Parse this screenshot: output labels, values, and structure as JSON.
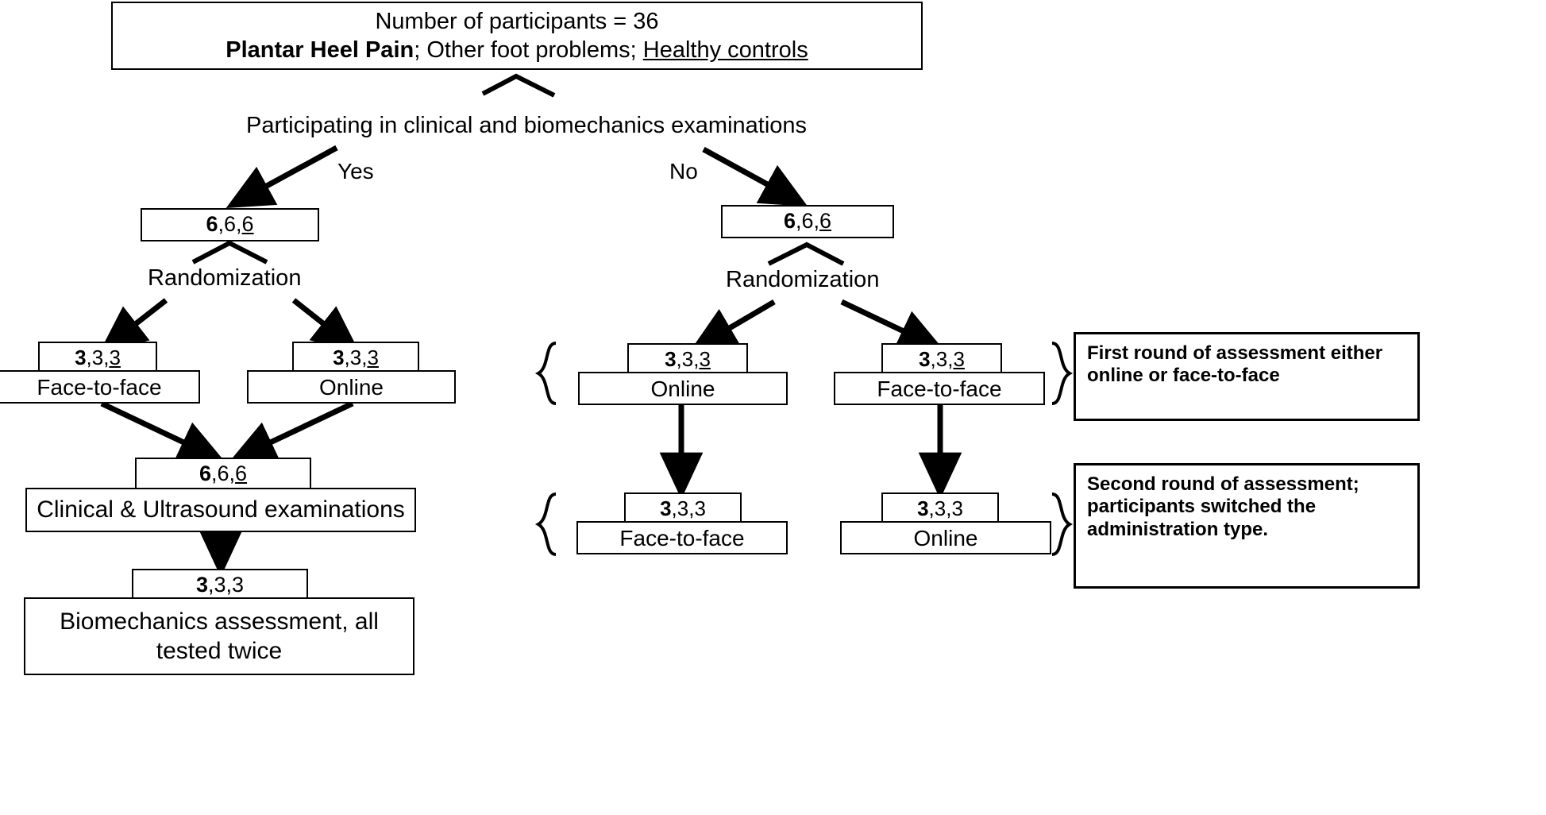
{
  "title": "Study participant flow diagram",
  "top_box": {
    "line1": "Number of participants = 36",
    "group_bold": "Plantar Heel Pain",
    "sep1": "; ",
    "group_plain": "Other foot problems",
    "sep2": "; ",
    "group_underline": "Healthy controls"
  },
  "question": "Participating in clinical and biomechanics examinations",
  "branch_labels": {
    "yes": "Yes",
    "no": "No"
  },
  "randomization_left": "Randomization",
  "randomization_right": "Randomization",
  "counts": {
    "six_bold": "6",
    "six_plain": "6",
    "six_underline": "6",
    "three_bold": "3",
    "three_plain": "3",
    "three_underline": "3",
    "comma": ", "
  },
  "left_branch": {
    "entry_counts": {
      "a": "6",
      "b": "6",
      "c": "6"
    },
    "arm1": {
      "counts": {
        "a": "3",
        "b": "3",
        "c": "3"
      },
      "label": "Face-to-face"
    },
    "arm2": {
      "counts": {
        "a": "3",
        "b": "3",
        "c": "3"
      },
      "label": "Online"
    },
    "merge": {
      "counts": {
        "a": "6",
        "b": "6",
        "c": "6"
      },
      "label": "Clinical & Ultrasound examinations"
    },
    "final": {
      "counts": {
        "a": "3",
        "b": "3",
        "c": "3"
      },
      "label": "Biomechanics assessment, all tested twice"
    }
  },
  "right_branch": {
    "entry_counts": {
      "a": "6",
      "b": "6",
      "c": "6"
    },
    "round1_arm1": {
      "counts": {
        "a": "3",
        "b": "3",
        "c": "3"
      },
      "label": "Online"
    },
    "round1_arm2": {
      "counts": {
        "a": "3",
        "b": "3",
        "c": "3"
      },
      "label": "Face-to-face"
    },
    "round2_arm1": {
      "counts": {
        "a": "3",
        "b": "3",
        "c": "3"
      },
      "label": "Face-to-face"
    },
    "round2_arm2": {
      "counts": {
        "a": "3",
        "b": "3",
        "c": "3"
      },
      "label": "Online"
    }
  },
  "annotations": {
    "first_round": "First round of assessment either online or face-to-face",
    "second_round": "Second round of assessment; participants switched the administration type."
  }
}
